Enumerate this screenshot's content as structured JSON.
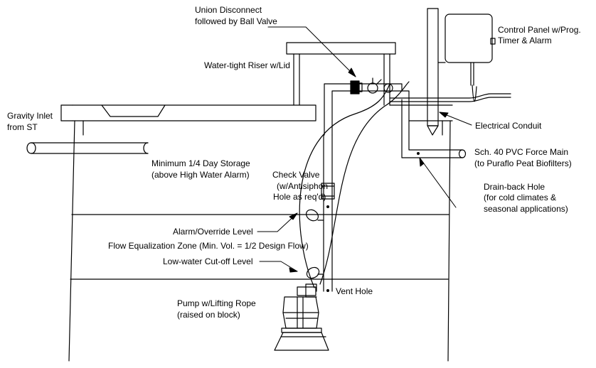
{
  "colors": {
    "line": "#000000",
    "background": "#ffffff"
  },
  "labels": {
    "union_line1": "Union Disconnect",
    "union_line2": "followed by Ball Valve",
    "riser": "Water-tight Riser w/Lid",
    "control_line1": "Control Panel w/Prog.",
    "control_line2": "Timer & Alarm",
    "gravity_line1": "Gravity Inlet",
    "gravity_line2": "from ST",
    "conduit": "Electrical Conduit",
    "storage_line1": "Minimum 1/4 Day Storage",
    "storage_line2": "(above High Water Alarm)",
    "force_line1": "Sch. 40 PVC Force Main",
    "force_line2": "(to Puraflo Peat Biofilters)",
    "check_line1": "Check Valve",
    "check_line2": "(w/Antisiphon",
    "check_line3": "Hole as req'd)",
    "drain_line1": "Drain-back Hole",
    "drain_line2": "(for cold climates &",
    "drain_line3": "seasonal applications)",
    "alarm": "Alarm/Override Level",
    "flow_eq": "Flow Equalization Zone (Min. Vol. = 1/2 Design Flow)",
    "lowwater": "Low-water Cut-off Level",
    "vent": "Vent Hole",
    "pump_line1": "Pump w/Lifting Rope",
    "pump_line2": "(raised on block)"
  }
}
